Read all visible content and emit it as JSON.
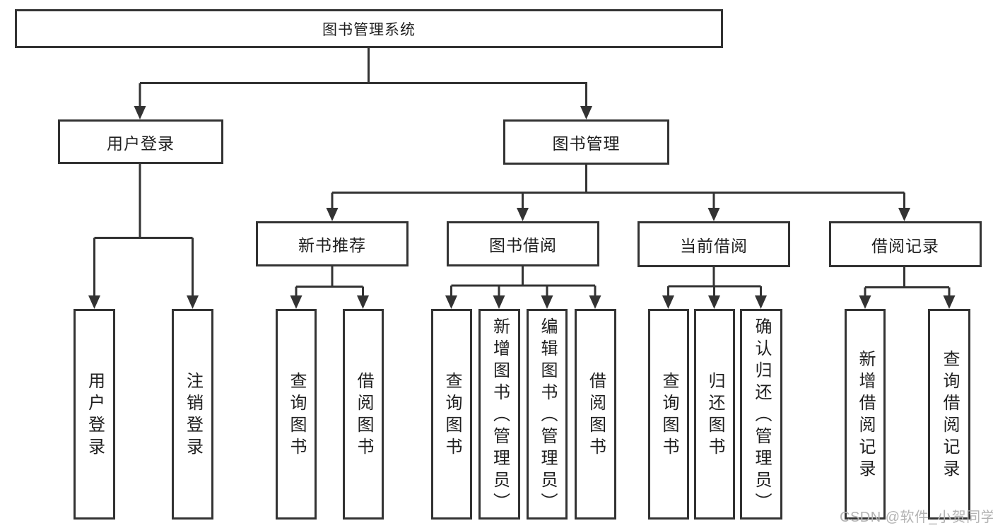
{
  "diagram": {
    "root": {
      "label": "图书管理系统"
    },
    "branches": [
      {
        "label": "用户登录",
        "leaves": [
          {
            "label": "用户登录"
          },
          {
            "label": "注销登录"
          }
        ]
      },
      {
        "label": "图书管理",
        "groups": [
          {
            "label": "新书推荐",
            "leaves": [
              {
                "label": "查询图书"
              },
              {
                "label": "借阅图书"
              }
            ]
          },
          {
            "label": "图书借阅",
            "leaves": [
              {
                "label": "查询图书"
              },
              {
                "label": "新增图书（管理员）"
              },
              {
                "label": "编辑图书（管理员）"
              },
              {
                "label": "借阅图书"
              }
            ]
          },
          {
            "label": "当前借阅",
            "leaves": [
              {
                "label": "查询图书"
              },
              {
                "label": "归还图书"
              },
              {
                "label": "确认归还（管理员）"
              }
            ]
          },
          {
            "label": "借阅记录",
            "leaves": [
              {
                "label": "新增借阅记录"
              },
              {
                "label": "查询借阅记录"
              }
            ]
          }
        ]
      }
    ]
  },
  "watermark": {
    "text": "CSDN @软件_小贺同学"
  },
  "colors": {
    "line": "#333333",
    "text": "#1f1f1f",
    "watermark": "#b3b3b3",
    "background": "#ffffff"
  }
}
